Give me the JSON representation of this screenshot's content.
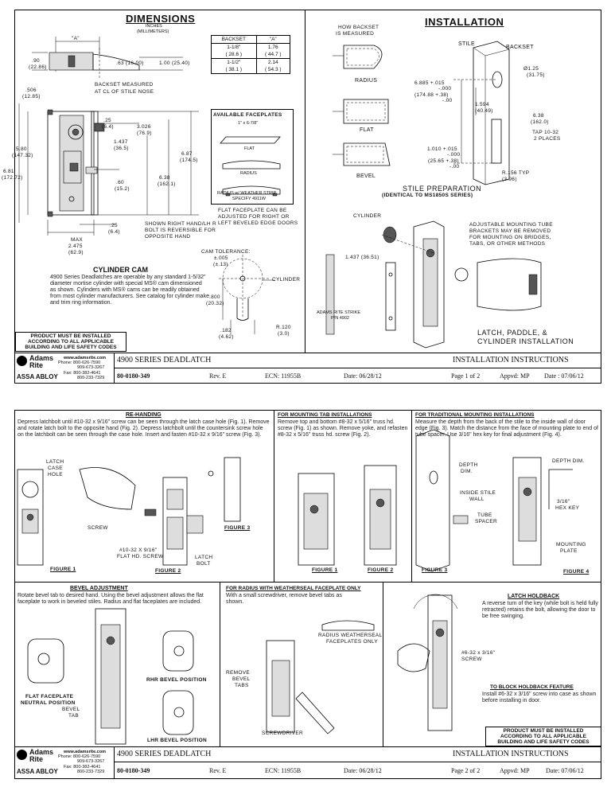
{
  "page1": {
    "dimensions": {
      "title": "DIMENSIONS",
      "units1": "INCHES",
      "units2": "(MILLIMETERS)",
      "a_label": "\"A\"",
      "d_90": ".90",
      "d_90mm": "(22.86)",
      "d_63": ".63 (16.00)",
      "d_100": "1.00 (25.40)",
      "backset_note1": "BACKSET MEASURED",
      "backset_note2": "AT CL OF STILE NOSE",
      "d_506": ".506",
      "d_506mm": "(12.85)",
      "d_25a": ".25",
      "d_25amm": "(6.4)",
      "d_3026": "3.026",
      "d_3026mm": "(76.9)",
      "d_1437": "1.437",
      "d_1437mm": "(36.5)",
      "d_580": "5.80",
      "d_580mm": "(147.32)",
      "d_681": "6.81",
      "d_681mm": "(172.72)",
      "d_687": "6.87",
      "d_687mm": "(174.5)",
      "d_638": "6.38",
      "d_638mm": "(162.1)",
      "d_60": ".60",
      "d_60mm": "(15.2)",
      "d_25b": ".25",
      "d_25bmm": "(6.4)",
      "max": "MAX",
      "d_2475": "2.475",
      "d_2475mm": "(62.9)",
      "rh_note": [
        "SHOWN RIGHT HAND/LH R",
        "BOLT IS REVERSIBLE FOR",
        "OPPOSITE HAND"
      ]
    },
    "backset_table": {
      "headers": [
        "BACKSET",
        "\"A\""
      ],
      "rows": [
        [
          "1-1/8\"",
          "1.76"
        ],
        [
          "( 28.6 )",
          "( 44.7 )"
        ],
        [
          "1-1/2\"",
          "2.14"
        ],
        [
          "( 38.1 )",
          "( 54.3 )"
        ]
      ]
    },
    "faceplates": {
      "title": "AVAILABLE FACEPLATES",
      "size": "1\" x 6-7/8\"",
      "flat": "FLAT",
      "radius": "RADIUS",
      "weather1": "RADIUS w/ WEATHER STRIP",
      "weather2": "SPECIFY 4911W",
      "note": [
        "FLAT FACEPLATE CAN BE",
        "ADJUSTED FOR RIGHT OR",
        "LEFT BEVELED EDGE DOORS"
      ]
    },
    "cylinder_cam": {
      "title": "CYLINDER CAM",
      "text": "4900 Series Deadlatches are operable by any standard 1-5/32\" diameter mortise cylinder with special MS® cam dimensioned as shown. Cylinders with MS® cams can be readily obtained from most cylinder manufacturers. See catalog for cylinder make and trim ring information.",
      "tolerance": "CAM TOLERANCE:",
      "tol1": "±.005",
      "tol2": "(±.13)",
      "cylinder": "CYLINDER",
      "d_800": ".800",
      "d_800mm": "(20.32)",
      "d_182": ".182",
      "d_182mm": "(4.62)",
      "r120": "R.120",
      "r120mm": "(3.0)"
    },
    "notice": [
      "PRODUCT MUST BE INSTALLED",
      "ACCORDING TO ALL APPLICABLE",
      "BUILDING AND LIFE SAFETY CODES"
    ],
    "installation": {
      "title": "INSTALLATION",
      "how1": "HOW BACKSET",
      "how2": "IS MEASURED",
      "radius": "RADIUS",
      "flat": "FLAT",
      "bevel": "BEVEL",
      "stile": "STILE",
      "backset": "BACKSET",
      "d_125": "Ø1.25",
      "d_125mm": "(31.75)",
      "d_6885": "6.885 +.015",
      "d_6885b": "-.000",
      "d_6885mm": "(174.88 +.38)",
      "d_6885mmb": "-.00",
      "d_1594": "1.594",
      "d_1594mm": "(40.49)",
      "d_638": "6.38",
      "d_638mm": "(162.0)",
      "tap1": "TAP 10-32",
      "tap2": "2 PLACES",
      "d_1010": "1.010 +.015",
      "d_1010b": "-.000",
      "d_1010mm": "(25.65 +.38)",
      "d_1010mmb": "-.00",
      "r156": "R.156 TYP",
      "r156mm": "(3.96)",
      "prep": "STILE PREPARATION",
      "prep_sub": "(IDENTICAL TO MS1850S SERIES)",
      "cylinder": "CYLINDER",
      "d_1437": "1.437 (36.51)",
      "strike1": "ADAMS RITE STRIKE",
      "strike2": "P/N 4902",
      "tube_note": [
        "ADJUSTABLE MOUNTING TUBE",
        "BRACKETS MAY BE REMOVED",
        "FOR MOUNTING ON BRIDGES,",
        "TABS, OR OTHER METHODS"
      ],
      "latch_title": [
        "LATCH, PADDLE, &",
        "CYLINDER INSTALLATION"
      ]
    },
    "footer": {
      "web": "www.adamsrite.com",
      "phone1": "Phone: 800-626-7590",
      "phone2": "909-673-3267",
      "fax1": "Fax: 800-382-4641",
      "fax2": "800-233-7329",
      "brand1": "Adams",
      "brand2": "Rite",
      "assa": "ASSA ABLOY",
      "product": "4900 SERIES DEADLATCH",
      "doc": "INSTALLATION INSTRUCTIONS",
      "part": "80-0180-349",
      "rev": "Rev.  E",
      "ecn": "ECN: 11955B",
      "date": "Date:  06/28/12",
      "page": "Page 1 of  2",
      "appvd": "Appvd: MP",
      "date2": "Date : 07/06/12"
    }
  },
  "page2": {
    "rehanding": {
      "title": "RE-HANDING",
      "text": "Depress latchbolt until #10-32 x 9/16\" screw can be seen through the latch case hole (Fig. 1). Remove and rotate latch bolt to the opposite hand (Fig. 2). Depress latchbolt until the countersink screw hole on the latchbolt can be seen through the case hole. Insert and fasten #10-32 x 9/16\" screw (Fig. 3).",
      "latch_case": [
        "LATCH",
        "CASE",
        "HOLE"
      ],
      "screw": "SCREW",
      "screw2": [
        "#10-32 X 9/16\"",
        "FLAT HD. SCREW"
      ],
      "latch_bolt": [
        "LATCH",
        "BOLT"
      ],
      "fig1": "FIGURE 1",
      "fig2": "FIGURE 2",
      "fig3": "FIGURE 3"
    },
    "mounting_tab": {
      "title": "FOR MOUNTING TAB INSTALLATIONS",
      "text": "Remove top and bottom #8-32 x 5/16\" truss hd. screw (Fig. 1) as shown. Remove yoke, and refasten #8-32 x 5/16\" truss hd. screw (Fig. 2).",
      "fig1": "FIGURE 1",
      "fig2": "FIGURE 2"
    },
    "traditional": {
      "title": "FOR TRADITIONAL MOUNTING INSTALLATIONS",
      "text": "Measure the depth from the back of the stile to the inside wall of door edge (Fig. 3). Match the distance from the face of mounting plate to end of tube spacer. Use 3/16\" hex key for final adjustment (Fig. 4).",
      "depth": [
        "DEPTH",
        "DIM."
      ],
      "depth2": "DEPTH DIM.",
      "inside": [
        "INSIDE STILE",
        "WALL"
      ],
      "hex": [
        "3/16\"",
        "HEX KEY"
      ],
      "tube": [
        "TUBE",
        "SPACER"
      ],
      "mount": [
        "MOUNTING",
        "PLATE"
      ],
      "fig3": "FIGURE 3",
      "fig4": "FIGURE 4"
    },
    "bevel": {
      "title": "BEVEL ADJUSTMENT",
      "text": "Rotate bevel tab to desired hand. Using the bevel adjustment allows the flat faceplate to work in beveled stiles. Radius and flat faceplates are included.",
      "flat1": "FLAT FACEPLATE",
      "flat2": "NEUTRAL POSITION",
      "tab": [
        "BEVEL",
        "TAB"
      ],
      "rhr": "RHR BEVEL POSITION",
      "lhr": "LHR BEVEL POSITION"
    },
    "radius_weather": {
      "title": "FOR RADIUS WITH WEATHERSEAL FACEPLATE ONLY",
      "text": "With a small screwdriver, remove bevel tabs as shown.",
      "note": [
        "RADIUS WEATHERSEAL",
        "FACEPLATES ONLY"
      ],
      "remove": [
        "REMOVE",
        "BEVEL",
        "TABS"
      ],
      "screwdriver": "SCREWDRIVER"
    },
    "holdback": {
      "title": "LATCH HOLDBACK",
      "text": "A reverse turn of the key (while bolt is held fully retracted) retains the bolt, allowing the door to be free swinging.",
      "screw": [
        "#6-32 x 3/16\"",
        "SCREW"
      ],
      "block_title": "TO BLOCK HOLDBACK FEATURE",
      "block_text": "Install #6-32 x 3/16\" screw into case as shown before installing in door."
    },
    "notice": [
      "PRODUCT MUST BE INSTALLED",
      "ACCORDING TO ALL APPLICABLE",
      "BUILDING AND LIFE SAFETY CODES"
    ],
    "footer": {
      "web": "www.adamsrite.com",
      "phone1": "Phone: 800-626-7590",
      "phone2": "909-673-3267",
      "fax1": "Fax: 800-382-4641",
      "fax2": "800-233-7329",
      "brand1": "Adams",
      "brand2": "Rite",
      "assa": "ASSA ABLOY",
      "product": "4900 SERIES DEADLATCH",
      "doc": "INSTALLATION INSTRUCTIONS",
      "part": "80-0180-349",
      "rev": "Rev.  E",
      "ecn": "ECN: 11955B",
      "date": "Date:  06/28/12",
      "page": "Page 2 of  2",
      "appvd": "Appvd: MP",
      "date2": "Date: 07/06/12"
    }
  }
}
